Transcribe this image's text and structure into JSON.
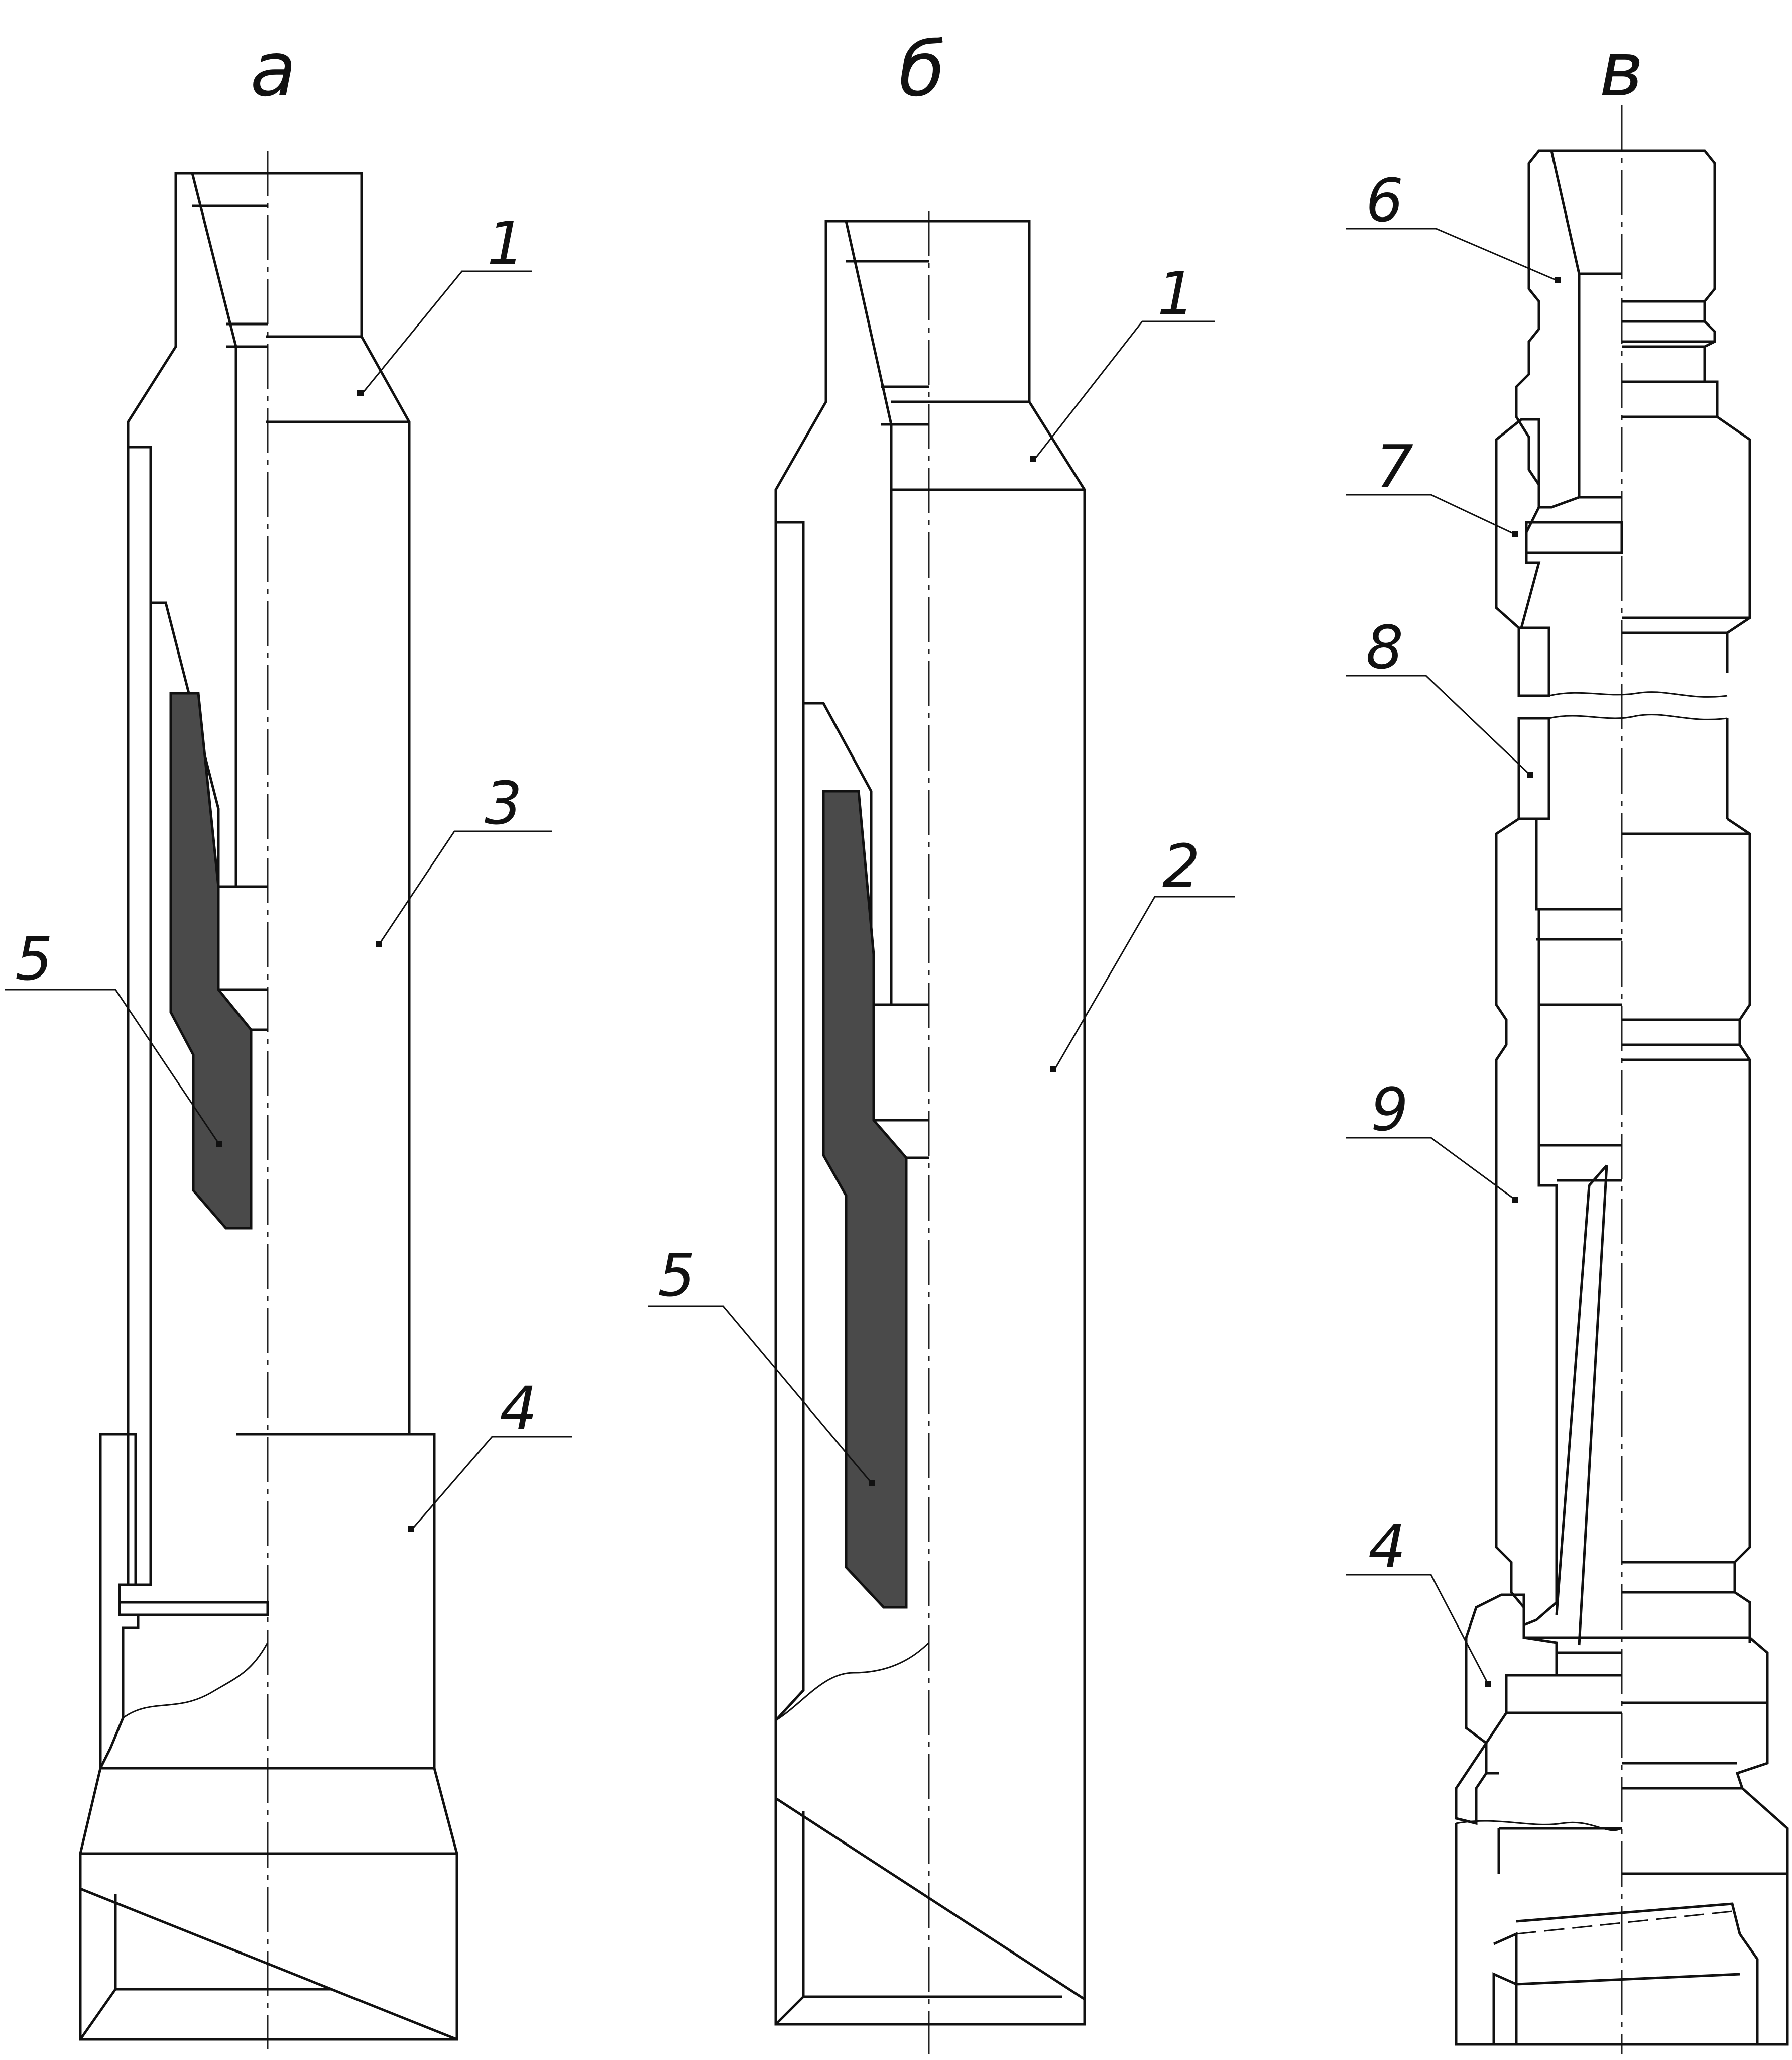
{
  "views": [
    {
      "id": "a",
      "title": "а"
    },
    {
      "id": "b",
      "title": "б"
    },
    {
      "id": "c",
      "title": "в"
    }
  ],
  "callouts": {
    "a": [
      "1",
      "3",
      "5",
      "4"
    ],
    "b": [
      "1",
      "2",
      "5"
    ],
    "c": [
      "6",
      "7",
      "8",
      "9",
      "4"
    ]
  }
}
